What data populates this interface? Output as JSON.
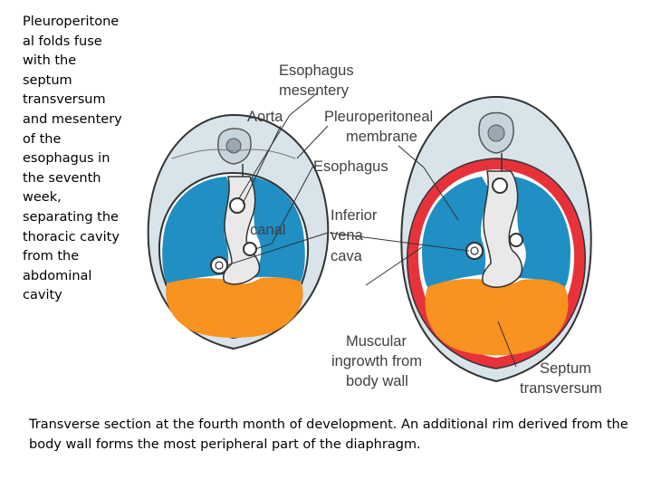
{
  "slide": {
    "side_text": "Pleuroperitone\nal folds fuse\nwith the\nseptum\ntransversum\nand mesentery\nof the\nesophagus in\nthe seventh\nweek,\nseparating the\nthoracic cavity\nfrom the\nabdominal\ncavity",
    "caption": "Transverse section at the fourth month of development. An additional rim derived from the body wall forms the most peripheral part of the diaphragm."
  },
  "figure": {
    "labels": {
      "esophagus_mesentery_1": "Esophagus",
      "esophagus_mesentery_2": "mesentery",
      "aorta": "Aorta",
      "pleuroperitoneal_1": "Pleuroperitoneal",
      "pleuroperitoneal_2": "membrane",
      "esophagus": "Esophagus",
      "canal": "canal",
      "inferior_vena_cava_1": "Inferior",
      "inferior_vena_cava_2": "vena",
      "inferior_vena_cava_3": "cava",
      "muscular_1": "Muscular",
      "muscular_2": "ingrowth from",
      "muscular_3": "body wall",
      "septum_1": "Septum",
      "septum_2": "transversum"
    },
    "colors": {
      "pleural_cavity": "#1f8fc4",
      "septum_transversum": "#f7931e",
      "muscular_rim": "#e8323a",
      "mesentery": "#e9e9e9",
      "outline": "#333333",
      "body_wall": "#d8e3ea"
    }
  }
}
